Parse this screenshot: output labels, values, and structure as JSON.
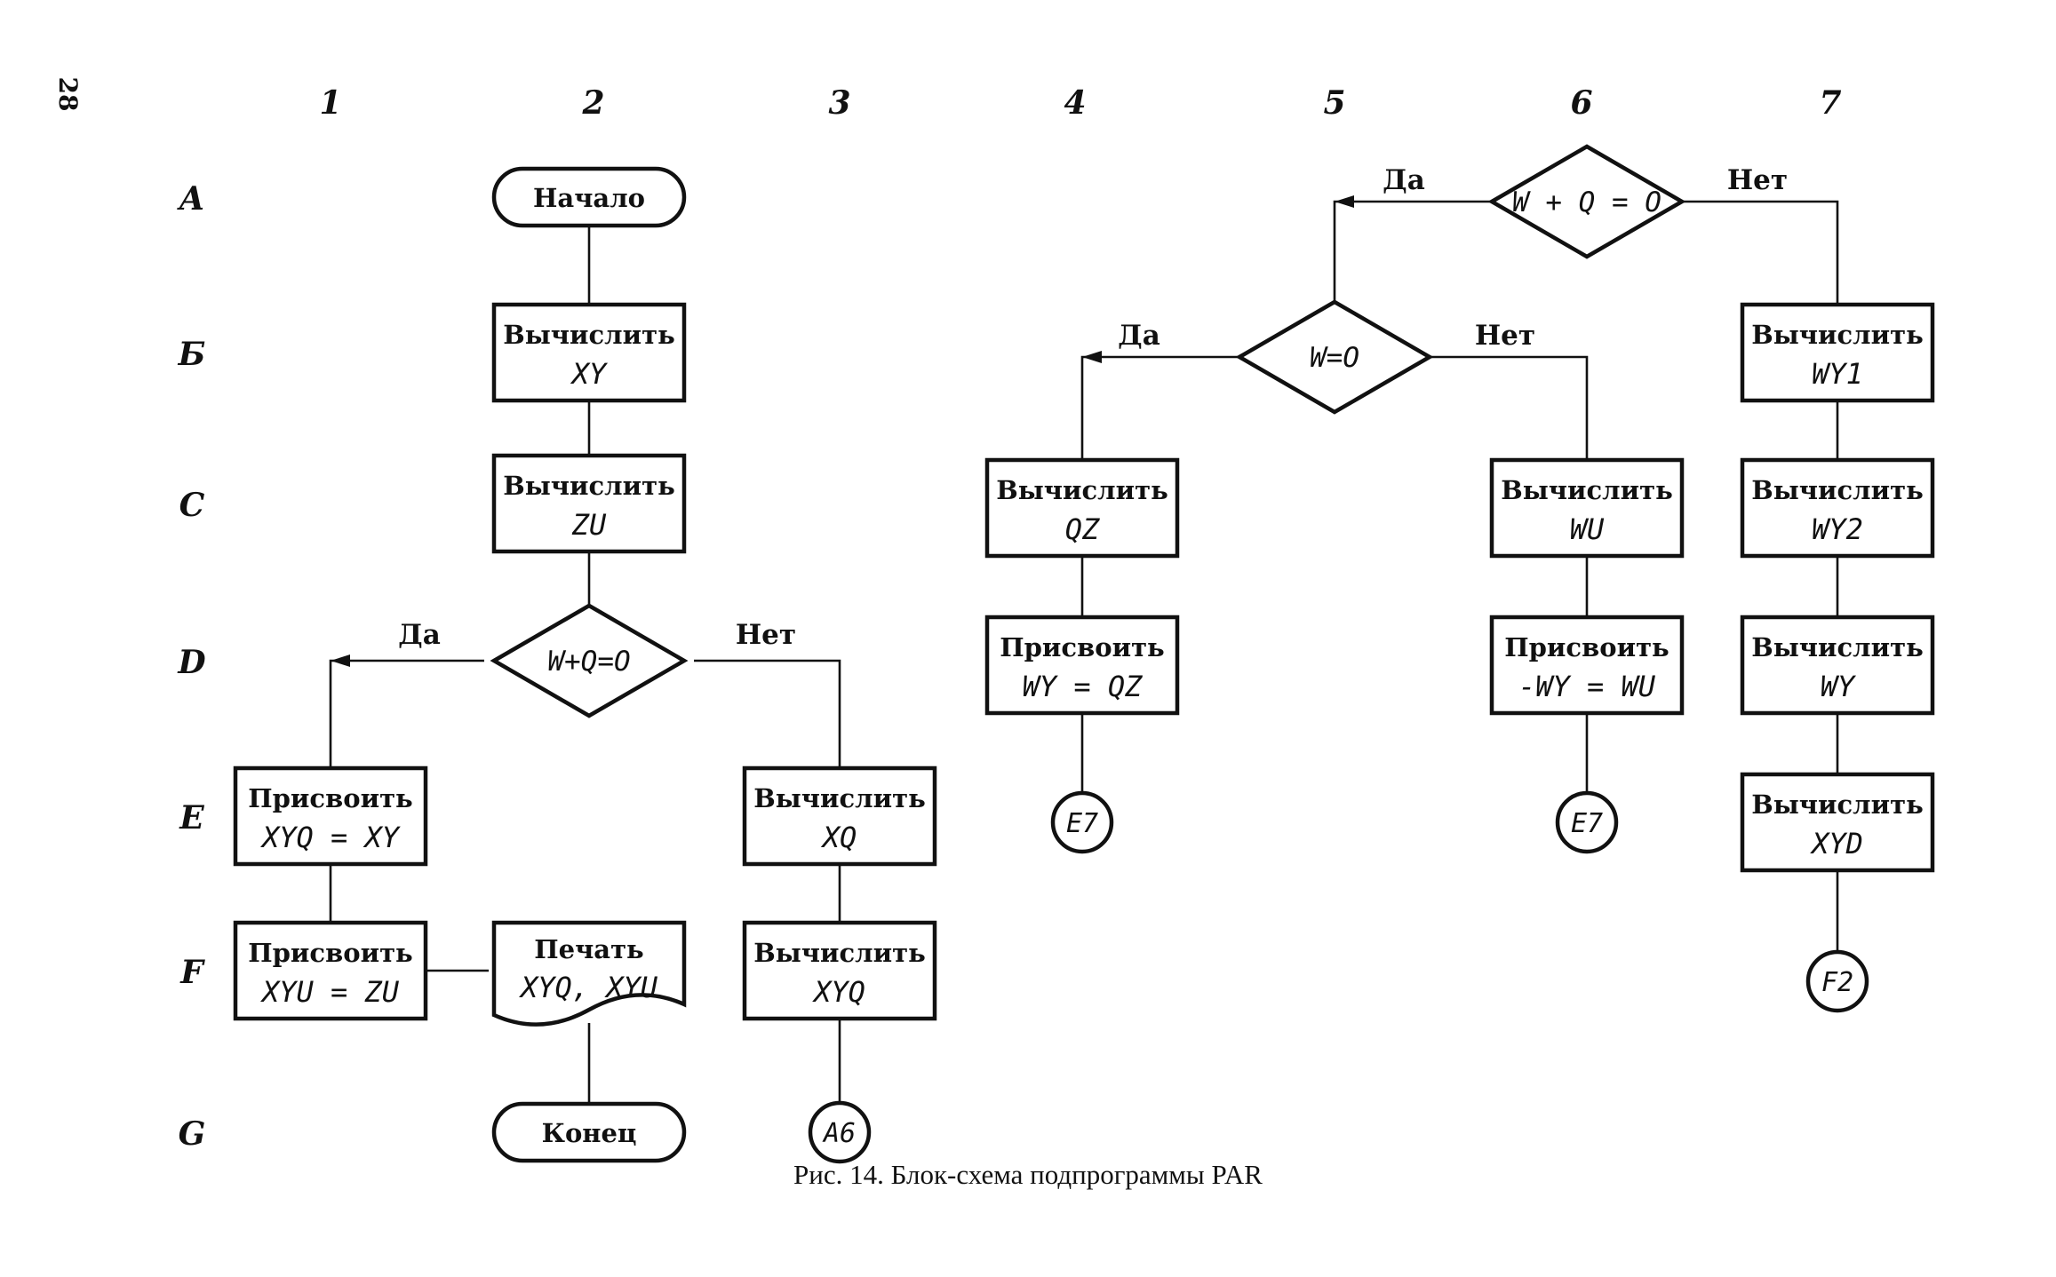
{
  "page_number": "28",
  "caption": "Рис. 14. Блок-схема подпрограммы PAR",
  "grid": {
    "columns": [
      "1",
      "2",
      "3",
      "4",
      "5",
      "6",
      "7"
    ],
    "rows": [
      "A",
      "Б",
      "C",
      "D",
      "E",
      "F",
      "G"
    ]
  },
  "nodes": [
    {
      "id": "start",
      "line1": "Начало",
      "line2": ""
    },
    {
      "id": "b2",
      "line1": "Вычислить",
      "line2": "XY"
    },
    {
      "id": "c2",
      "line1": "Вычислить",
      "line2": "ZU"
    },
    {
      "id": "d2",
      "line1": "W+Q=O",
      "line2": ""
    },
    {
      "id": "e1",
      "line1": "Присвоить",
      "line2": "XYQ = XY"
    },
    {
      "id": "f1",
      "line1": "Присвоить",
      "line2": "XYU = ZU"
    },
    {
      "id": "f2",
      "line1": "Печать",
      "line2": "XYQ, XYU"
    },
    {
      "id": "end",
      "line1": "Конец",
      "line2": ""
    },
    {
      "id": "e3",
      "line1": "Вычислить",
      "line2": "XQ"
    },
    {
      "id": "f3",
      "line1": "Вычислить",
      "line2": "XYQ"
    },
    {
      "id": "g3",
      "line1": "A6",
      "line2": ""
    },
    {
      "id": "a6",
      "line1": "W + Q = O",
      "line2": ""
    },
    {
      "id": "b5",
      "line1": "W=O",
      "line2": ""
    },
    {
      "id": "c4",
      "line1": "Вычислить",
      "line2": "QZ"
    },
    {
      "id": "d4",
      "line1": "Присвоить",
      "line2": "WY = QZ"
    },
    {
      "id": "e4",
      "line1": "E7",
      "line2": ""
    },
    {
      "id": "c6",
      "line1": "Вычислить",
      "line2": "WU"
    },
    {
      "id": "d6",
      "line1": "Присвоить",
      "line2": "-WY = WU"
    },
    {
      "id": "e6",
      "line1": "E7",
      "line2": ""
    },
    {
      "id": "b7",
      "line1": "Вычислить",
      "line2": "WY1"
    },
    {
      "id": "c7",
      "line1": "Вычислить",
      "line2": "WY2"
    },
    {
      "id": "d7",
      "line1": "Вычислить",
      "line2": "WY"
    },
    {
      "id": "e7",
      "line1": "Вычислить",
      "line2": "XYD"
    },
    {
      "id": "f7",
      "line1": "F2",
      "line2": ""
    }
  ],
  "edge_labels": [
    {
      "id": "d2-yes",
      "text": "Да"
    },
    {
      "id": "d2-no",
      "text": "Нет"
    },
    {
      "id": "a6-yes",
      "text": "Да"
    },
    {
      "id": "a6-no",
      "text": "Нет"
    },
    {
      "id": "b5-yes",
      "text": "Да"
    },
    {
      "id": "b5-no",
      "text": "Нет"
    }
  ]
}
